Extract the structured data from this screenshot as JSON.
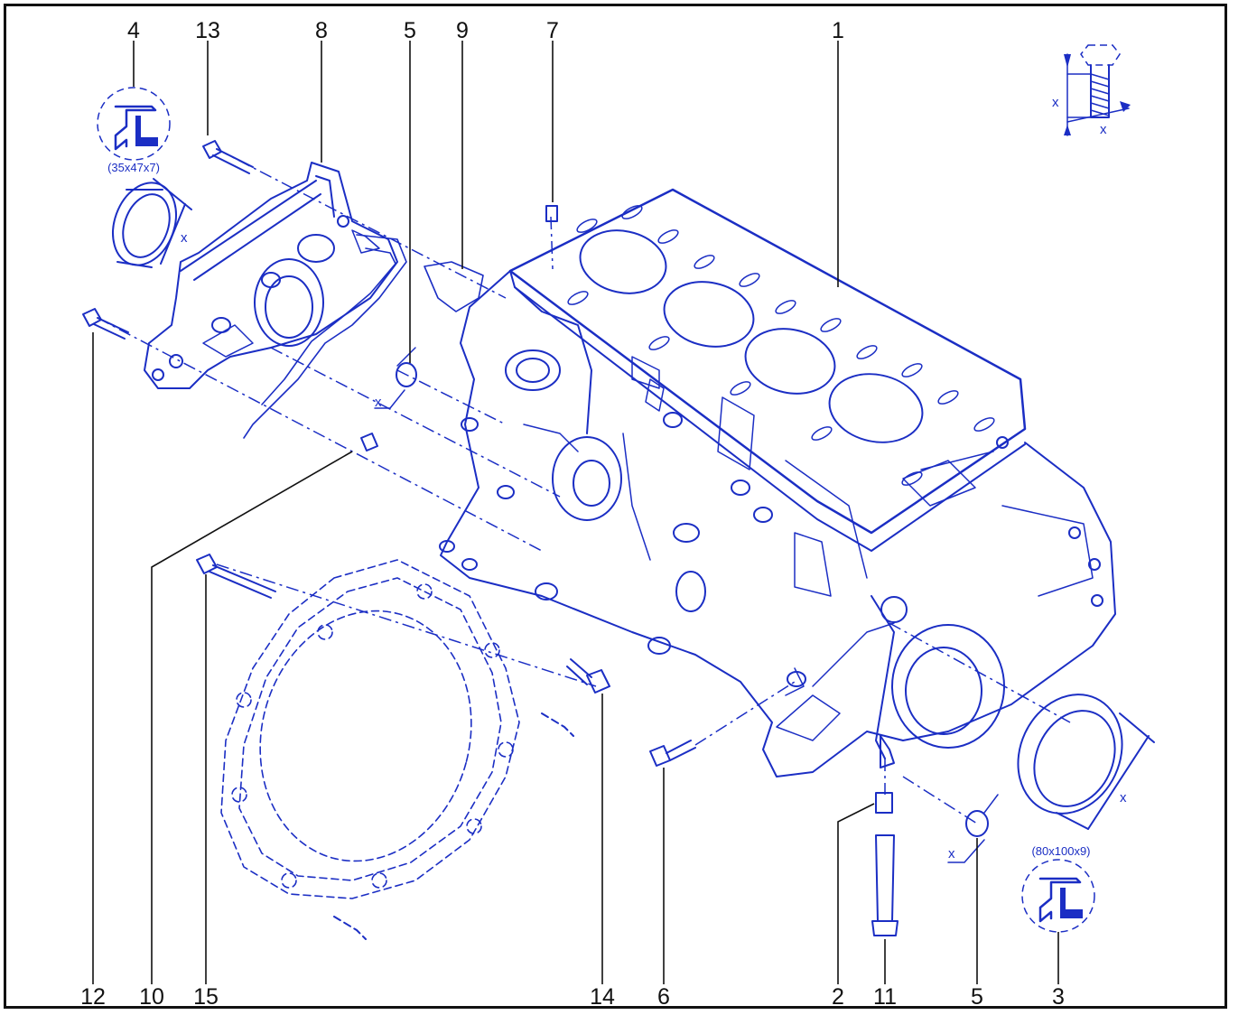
{
  "colors": {
    "line": "#1b2ec4",
    "ink": "#111111",
    "background": "#ffffff"
  },
  "callouts": [
    {
      "id": "4",
      "label": "4"
    },
    {
      "id": "13",
      "label": "13"
    },
    {
      "id": "8",
      "label": "8"
    },
    {
      "id": "5a",
      "label": "5"
    },
    {
      "id": "9",
      "label": "9"
    },
    {
      "id": "7",
      "label": "7"
    },
    {
      "id": "1",
      "label": "1"
    },
    {
      "id": "12",
      "label": "12"
    },
    {
      "id": "10",
      "label": "10"
    },
    {
      "id": "15",
      "label": "15"
    },
    {
      "id": "14",
      "label": "14"
    },
    {
      "id": "6",
      "label": "6"
    },
    {
      "id": "2",
      "label": "2"
    },
    {
      "id": "11",
      "label": "11"
    },
    {
      "id": "5b",
      "label": "5"
    },
    {
      "id": "3",
      "label": "3"
    }
  ],
  "dimensions": {
    "front_seal": "(35x47x7)",
    "rear_seal": "(80x100x9)"
  },
  "dimension_mark": "x",
  "icons": [
    "seal-install-icon",
    "bolt-length-icon",
    "engine-block-drawing",
    "timing-cover-drawing",
    "flywheel-housing-drawing"
  ]
}
